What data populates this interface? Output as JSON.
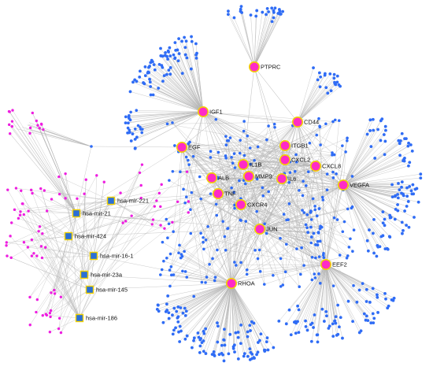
{
  "colors": {
    "background": "#ffffff",
    "edge": "#b4b4b4",
    "gene_node_fill": "#ff2bc6",
    "gene_node_border": "#f2d100",
    "mirna_node_fill": "#2a6fd6",
    "mirna_node_border": "#f2d100",
    "target_node": "#2f6cf5",
    "mirna_target_node": "#ee1ee0"
  },
  "hub_genes": [
    {
      "id": "PTPRC",
      "label": "PTPRC"
    },
    {
      "id": "IGF1",
      "label": "IGF1"
    },
    {
      "id": "CD44",
      "label": "CD44"
    },
    {
      "id": "EGF",
      "label": "EGF"
    },
    {
      "id": "ITGB1",
      "label": "ITGB1"
    },
    {
      "id": "IL1B",
      "label": "IL1B"
    },
    {
      "id": "CXCL2",
      "label": "CXCL2"
    },
    {
      "id": "CXCL8",
      "label": "CXCL8"
    },
    {
      "id": "ALB",
      "label": "ALB"
    },
    {
      "id": "MMP9",
      "label": "MMP9"
    },
    {
      "id": "IL6",
      "label": "IL6"
    },
    {
      "id": "VEGFA",
      "label": "VEGFA"
    },
    {
      "id": "TNF",
      "label": "TNF"
    },
    {
      "id": "CXCR4",
      "label": "CXCR4"
    },
    {
      "id": "JUN",
      "label": "JUN"
    },
    {
      "id": "EEF2",
      "label": "EEF2"
    },
    {
      "id": "RHOA",
      "label": "RHOA"
    }
  ],
  "mirnas": [
    {
      "id": "hsa-mir-221",
      "label": "hsa-mir-221"
    },
    {
      "id": "hsa-mir-21",
      "label": "hsa-mir-21"
    },
    {
      "id": "hsa-mir-424",
      "label": "hsa-mir-424"
    },
    {
      "id": "hsa-mir-16-1",
      "label": "hsa-mir-16-1"
    },
    {
      "id": "hsa-mir-23a",
      "label": "hsa-mir-23a"
    },
    {
      "id": "hsa-mir-145",
      "label": "hsa-mir-145"
    },
    {
      "id": "hsa-mir-186",
      "label": "hsa-mir-186"
    }
  ],
  "hub_hub_links": [
    [
      "IGF1",
      "CD44"
    ],
    [
      "IGF1",
      "ITGB1"
    ],
    [
      "IGF1",
      "IL6"
    ],
    [
      "IGF1",
      "VEGFA"
    ],
    [
      "IGF1",
      "EGF"
    ],
    [
      "IGF1",
      "JUN"
    ],
    [
      "PTPRC",
      "CD44"
    ],
    [
      "PTPRC",
      "IL6"
    ],
    [
      "PTPRC",
      "CXCL2"
    ],
    [
      "PTPRC",
      "IL1B"
    ],
    [
      "CD44",
      "ITGB1"
    ],
    [
      "CD44",
      "VEGFA"
    ],
    [
      "CD44",
      "IL6"
    ],
    [
      "CD44",
      "MMP9"
    ],
    [
      "CD44",
      "CXCL8"
    ],
    [
      "EGF",
      "ALB"
    ],
    [
      "EGF",
      "TNF"
    ],
    [
      "EGF",
      "IL6"
    ],
    [
      "EGF",
      "VEGFA"
    ],
    [
      "EGF",
      "JUN"
    ],
    [
      "EGF",
      "CXCR4"
    ],
    [
      "EGF",
      "MMP9"
    ],
    [
      "ITGB1",
      "VEGFA"
    ],
    [
      "ITGB1",
      "IL1B"
    ],
    [
      "ITGB1",
      "CXCL2"
    ],
    [
      "ITGB1",
      "JUN"
    ],
    [
      "ITGB1",
      "RHOA"
    ],
    [
      "IL1B",
      "IL6"
    ],
    [
      "IL1B",
      "TNF"
    ],
    [
      "IL1B",
      "CXCL8"
    ],
    [
      "IL1B",
      "CXCL2"
    ],
    [
      "IL1B",
      "MMP9"
    ],
    [
      "IL1B",
      "ALB"
    ],
    [
      "CXCL2",
      "CXCL8"
    ],
    [
      "CXCL2",
      "IL6"
    ],
    [
      "CXCL8",
      "VEGFA"
    ],
    [
      "CXCL8",
      "IL6"
    ],
    [
      "CXCL8",
      "JUN"
    ],
    [
      "ALB",
      "TNF"
    ],
    [
      "ALB",
      "IL6"
    ],
    [
      "ALB",
      "VEGFA"
    ],
    [
      "MMP9",
      "IL6"
    ],
    [
      "MMP9",
      "TNF"
    ],
    [
      "MMP9",
      "VEGFA"
    ],
    [
      "MMP9",
      "JUN"
    ],
    [
      "IL6",
      "VEGFA"
    ],
    [
      "IL6",
      "TNF"
    ],
    [
      "IL6",
      "JUN"
    ],
    [
      "IL6",
      "CXCR4"
    ],
    [
      "IL6",
      "EEF2"
    ],
    [
      "VEGFA",
      "JUN"
    ],
    [
      "VEGFA",
      "EEF2"
    ],
    [
      "VEGFA",
      "CXCR4"
    ],
    [
      "VEGFA",
      "TNF"
    ],
    [
      "TNF",
      "JUN"
    ],
    [
      "TNF",
      "CXCR4"
    ],
    [
      "TNF",
      "RHOA"
    ],
    [
      "CXCR4",
      "JUN"
    ],
    [
      "CXCR4",
      "RHOA"
    ],
    [
      "JUN",
      "EEF2"
    ],
    [
      "JUN",
      "RHOA"
    ],
    [
      "EEF2",
      "RHOA"
    ],
    [
      "EEF2",
      "CD44"
    ]
  ],
  "mirna_hub_links": [
    [
      "hsa-mir-221",
      "TNF"
    ],
    [
      "hsa-mir-221",
      "ALB"
    ],
    [
      "hsa-mir-21",
      "JUN"
    ],
    [
      "hsa-mir-21",
      "TNF"
    ],
    [
      "hsa-mir-424",
      "JUN"
    ],
    [
      "hsa-mir-16-1",
      "RHOA"
    ],
    [
      "hsa-mir-23a",
      "RHOA"
    ],
    [
      "hsa-mir-145",
      "RHOA"
    ],
    [
      "hsa-mir-21",
      "EGF"
    ],
    [
      "hsa-mir-424",
      "TNF"
    ]
  ]
}
